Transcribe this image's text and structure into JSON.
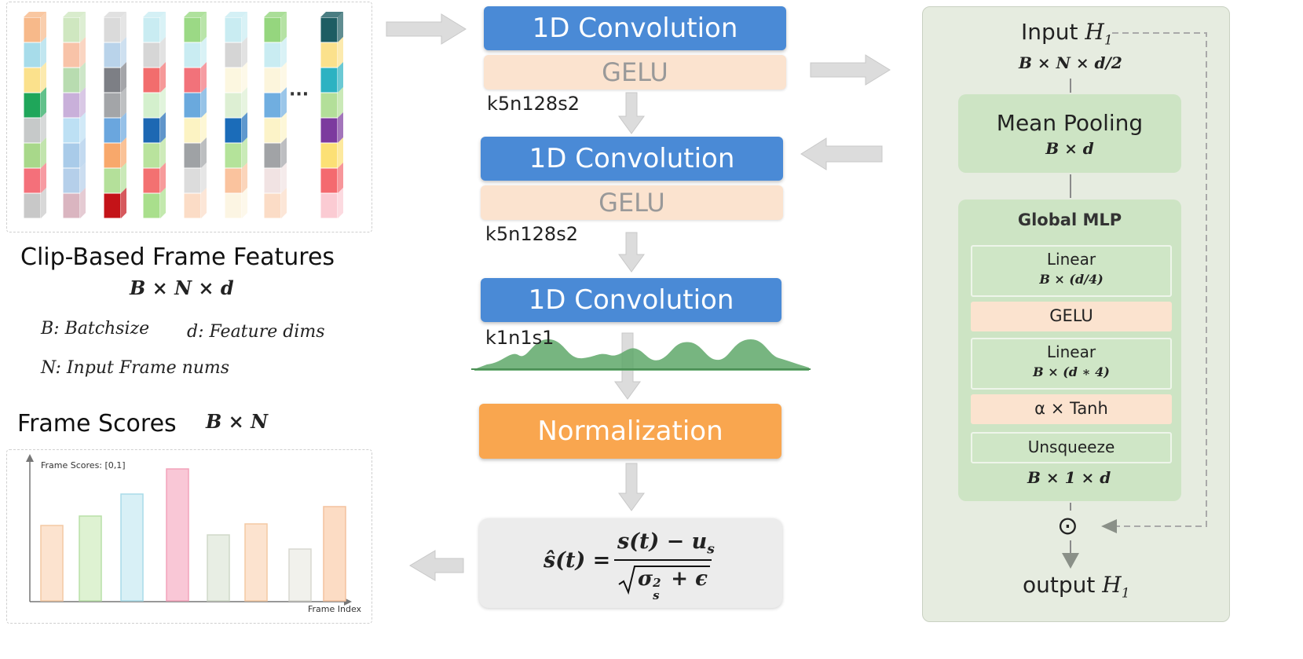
{
  "features": {
    "title": "Clip-Based Frame Features",
    "shape": "B × N × d",
    "ellipsis": "···",
    "legend_b": "B: Batchsize",
    "legend_d": "d: Feature dims",
    "legend_n": "N: Input Frame nums"
  },
  "scores": {
    "title": "Frame Scores",
    "shape": "B × N",
    "y_axis_label": "Frame Scores: [0,1]",
    "x_axis_label": "Frame Index"
  },
  "pipeline": {
    "conv1": "1D Convolution",
    "gelu1": "GELU",
    "k1": "k5n128s2",
    "conv2": "1D Convolution",
    "gelu2": "GELU",
    "k2": "k5n128s2",
    "conv3": "1D Convolution",
    "k3": "k1n1s1",
    "normalization": "Normalization",
    "formula_lhs": "ŝ(t) =",
    "formula_num": "s(t) − u",
    "formula_num_sub": "s",
    "formula_den": "σ",
    "formula_den_sup": "2",
    "formula_den_sub": "s",
    "formula_den_rest": "+ ϵ"
  },
  "global_block": {
    "input_label": "Input",
    "input_var": "H",
    "input_sub": "1",
    "input_shape": "B × N × d/2",
    "mean_pooling": "Mean Pooling",
    "mean_shape": "B × d",
    "mlp_title": "Global MLP",
    "linear1": "Linear",
    "linear1_shape": "B × (d/4)",
    "gelu": "GELU",
    "linear2": "Linear",
    "linear2_shape": "B × (d ∗ 4)",
    "tanh": "α × Tanh",
    "unsqueeze": "Unsqueeze",
    "unsqueeze_shape": "B × 1 × d",
    "hadamard": "⊙",
    "output_label": "output",
    "output_var": "H",
    "output_sub": "1"
  },
  "colors": {
    "conv_blue": "#4a8ad6",
    "gelu_peach": "#fbe3cf",
    "normalization_orange": "#f9a64f",
    "panel_green": "#e6ece0",
    "block_green": "#cde4c4"
  }
}
